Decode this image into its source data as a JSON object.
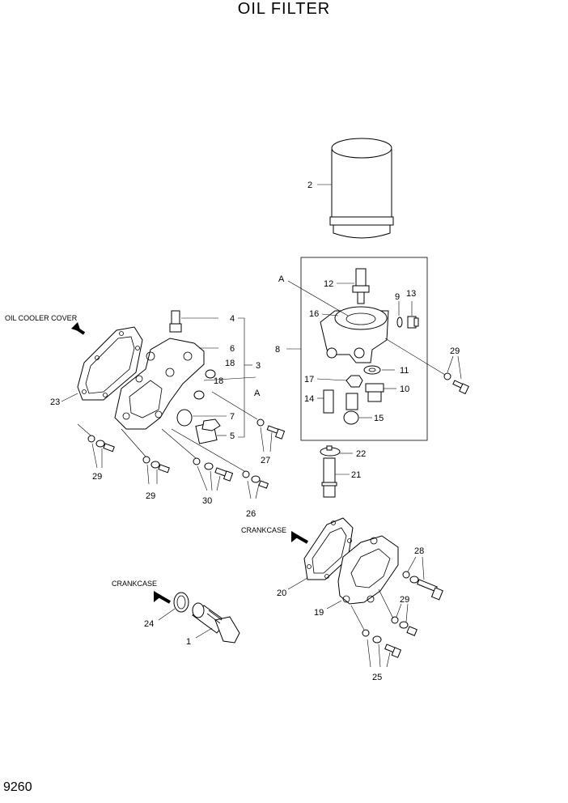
{
  "title": "OIL FILTER",
  "page_number": "9260",
  "callouts": {
    "oil_cooler_cover": "OIL COOLER COVER",
    "crankcase_upper": "CRANKCASE",
    "crankcase_lower": "CRANKCASE"
  },
  "group_labels": {
    "a_upper": "A",
    "a_lower": "A"
  },
  "part_numbers": {
    "p1": "1",
    "p2": "2",
    "p3": "3",
    "p4": "4",
    "p5": "5",
    "p6": "6",
    "p7": "7",
    "p8": "8",
    "p9": "9",
    "p10": "10",
    "p11": "11",
    "p12": "12",
    "p13": "13",
    "p14": "14",
    "p15": "15",
    "p16": "16",
    "p17": "17",
    "p18a": "18",
    "p18b": "18",
    "p19": "19",
    "p20": "20",
    "p21": "21",
    "p22": "22",
    "p23": "23",
    "p24": "24",
    "p25": "25",
    "p26": "26",
    "p27": "27",
    "p28": "28",
    "p29a": "29",
    "p29b": "29",
    "p29c": "29",
    "p29d": "29",
    "p30": "30"
  }
}
